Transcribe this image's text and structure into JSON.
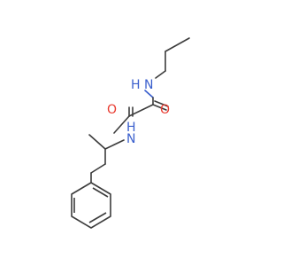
{
  "molecule": {
    "atoms": {
      "nh_top": {
        "symbol": "N",
        "hydrogen": "H"
      },
      "nh_left": {
        "symbol": "N",
        "hydrogen": "H"
      },
      "o_left": {
        "symbol": "O"
      },
      "o_right": {
        "symbol": "O"
      }
    },
    "colors": {
      "bond": "#3c3c3c",
      "nitrogen": "#3a5fcd",
      "oxygen": "#e8382d",
      "background": "#ffffff"
    }
  }
}
